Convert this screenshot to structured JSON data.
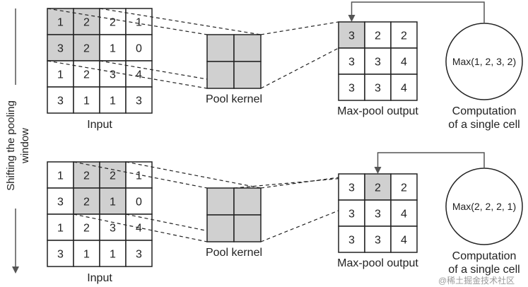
{
  "side_label_line1": "Shifting the pooling",
  "side_label_line2": "window",
  "colors": {
    "shaded": "#d0d0d0",
    "line": "#222222",
    "arrow": "#555555"
  },
  "panels": [
    {
      "input": {
        "grid": [
          [
            1,
            2,
            2,
            1
          ],
          [
            3,
            2,
            1,
            0
          ],
          [
            1,
            2,
            3,
            4
          ],
          [
            3,
            1,
            1,
            3
          ]
        ],
        "highlight": [
          [
            0,
            0
          ],
          [
            0,
            1
          ],
          [
            1,
            0
          ],
          [
            1,
            1
          ]
        ],
        "label": "Input"
      },
      "kernel_label": "Pool kernel",
      "output": {
        "grid": [
          [
            3,
            2,
            2
          ],
          [
            3,
            3,
            4
          ],
          [
            3,
            3,
            4
          ]
        ],
        "highlight": [
          0,
          0
        ],
        "label": "Max-pool output"
      },
      "computation": {
        "formula": "Max(1, 2, 3, 2)",
        "label_line1": "Computation",
        "label_line2": "of a single cell"
      }
    },
    {
      "input": {
        "grid": [
          [
            1,
            2,
            2,
            1
          ],
          [
            3,
            2,
            1,
            0
          ],
          [
            1,
            2,
            3,
            4
          ],
          [
            3,
            1,
            1,
            3
          ]
        ],
        "highlight": [
          [
            0,
            1
          ],
          [
            0,
            2
          ],
          [
            1,
            1
          ],
          [
            1,
            2
          ]
        ],
        "label": "Input"
      },
      "kernel_label": "Pool kernel",
      "output": {
        "grid": [
          [
            3,
            2,
            2
          ],
          [
            3,
            3,
            4
          ],
          [
            3,
            3,
            4
          ]
        ],
        "highlight": [
          0,
          1
        ],
        "label": "Max-pool output"
      },
      "computation": {
        "formula": "Max(2, 2, 2, 1)",
        "label_line1": "Computation",
        "label_line2": "of a single cell"
      }
    }
  ],
  "watermark": "@稀土掘金技术社区"
}
